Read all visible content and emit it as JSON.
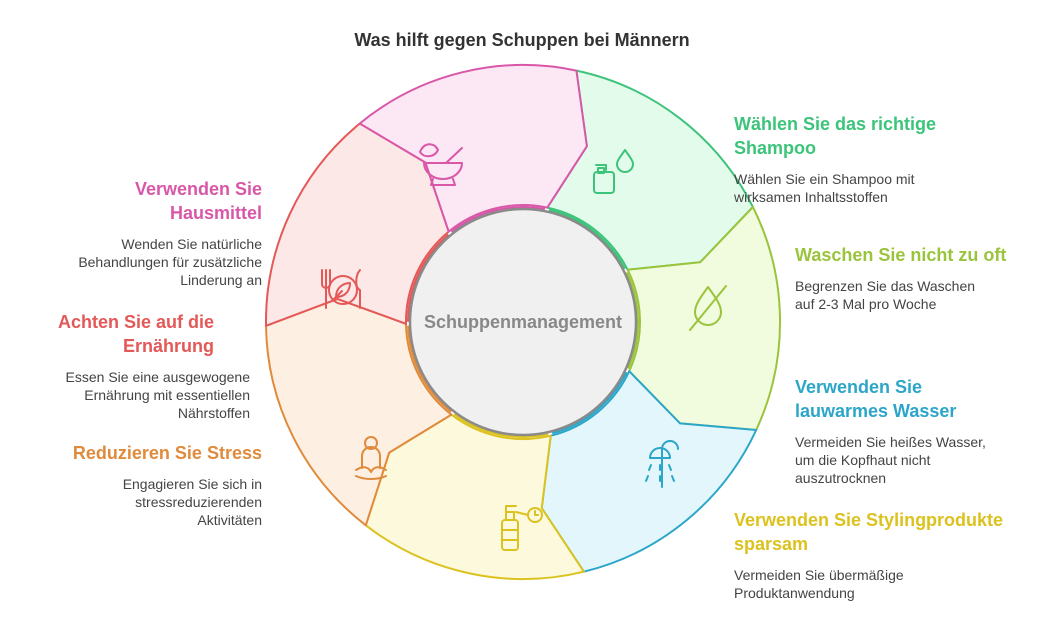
{
  "title": "Was hilft gegen Schuppen bei Männern",
  "center": {
    "label": "Schuppenmanagement"
  },
  "segments": [
    {
      "heading": "Wählen Sie das richtige Shampoo",
      "description": "Wählen Sie ein Shampoo mit wirksamen Inhaltsstoffen",
      "color": "#3cc47a",
      "fill": "#e3fbeb",
      "icon": "shampoo-bottle-icon"
    },
    {
      "heading": "Waschen Sie nicht zu oft",
      "description": "Begrenzen Sie das Waschen auf 2-3 Mal pro Woche",
      "color": "#9ac43c",
      "fill": "#f1fbdd",
      "icon": "no-water-icon"
    },
    {
      "heading": "Verwenden Sie lauwarmes Wasser",
      "description": "Vermeiden Sie heißes Wasser, um die Kopfhaut nicht auszutrocknen",
      "color": "#2ba6c9",
      "fill": "#e3f6fc",
      "icon": "shower-icon"
    },
    {
      "heading": "Verwenden Sie Stylingprodukte sparsam",
      "description": "Vermeiden Sie übermäßige Produktanwendung",
      "color": "#dcc21e",
      "fill": "#fdf9dc",
      "icon": "spray-bottle-clock-icon"
    },
    {
      "heading": "Reduzieren Sie Stress",
      "description": "Engagieren Sie sich in stressreduzierenden Aktivitäten",
      "color": "#e08a3c",
      "fill": "#fdf0e3",
      "icon": "meditation-icon"
    },
    {
      "heading": "Achten Sie auf die Ernährung",
      "description": "Essen Sie eine ausgewogene Ernährung mit essentiellen Nährstoffen",
      "color": "#e45858",
      "fill": "#fde8e8",
      "icon": "plate-cutlery-leaf-icon"
    },
    {
      "heading": "Verwenden Sie Hausmittel",
      "description": "Wenden Sie natürliche Behandlungen für zusätzliche Linderung an",
      "color": "#d957a8",
      "fill": "#fce8f5",
      "icon": "mortar-pestle-icon"
    }
  ]
}
